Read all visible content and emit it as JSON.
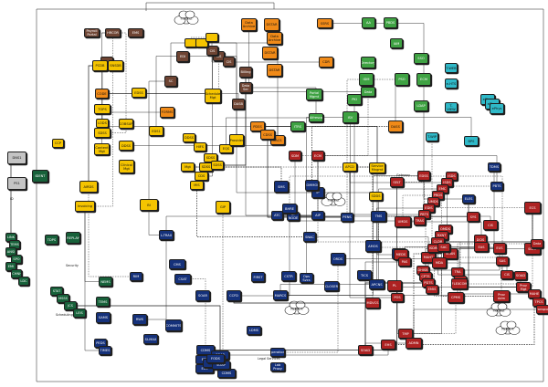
{
  "palette": {
    "gray": "#c4c4c4",
    "brown": "#6e4433",
    "yellow": "#f5c400",
    "orange": "#f08a18",
    "green": "#3fa243",
    "darkgreen": "#17613a",
    "teal": "#2fb9c8",
    "navy": "#15317a",
    "red": "#ad2222",
    "wire": "#1f1f1f"
  },
  "groups": {
    "gray_nodes": [
      {
        "label": "DNS1",
        "c": "gray"
      },
      {
        "label": "PS1",
        "c": "gray"
      }
    ],
    "brown_nodes": [
      {
        "label": "Payroll Portal",
        "c": "brown"
      },
      {
        "label": "HRCOR",
        "c": "brown"
      },
      {
        "label": "EMS",
        "c": "brown"
      },
      {
        "label": "BIO",
        "c": "brown"
      },
      {
        "label": "EDI",
        "c": "brown"
      },
      {
        "label": "SC",
        "c": "brown"
      },
      {
        "label": "Billing",
        "c": "brown"
      },
      {
        "label": "Data Ser",
        "c": "brown"
      },
      {
        "label": "DASB",
        "c": "brown"
      },
      {
        "label": "CIS",
        "c": "brown"
      },
      {
        "label": "CIS",
        "c": "brown"
      },
      {
        "label": "CIS",
        "c": "brown"
      }
    ],
    "yellow_nodes": [
      {
        "label": "",
        "c": "yellow"
      },
      {
        "label": "",
        "c": "yellow"
      },
      {
        "label": "",
        "c": "yellow"
      },
      {
        "label": "PCDB",
        "c": "yellow"
      },
      {
        "label": "SNSDB",
        "c": "yellow"
      },
      {
        "label": "EDSS",
        "c": "yellow"
      },
      {
        "label": "TOPS",
        "c": "yellow"
      },
      {
        "label": "LODS",
        "c": "yellow"
      },
      {
        "label": "COBSUP",
        "c": "yellow"
      },
      {
        "label": "SDSS",
        "c": "yellow"
      },
      {
        "label": "EDS1",
        "c": "yellow"
      },
      {
        "label": "DDSS",
        "c": "yellow"
      },
      {
        "label": "Clinical Mgt",
        "c": "yellow"
      },
      {
        "label": "CCP",
        "c": "yellow"
      },
      {
        "label": "Content Mgt",
        "c": "yellow"
      },
      {
        "label": "SDSS",
        "c": "yellow"
      },
      {
        "label": "SDSS",
        "c": "yellow"
      },
      {
        "label": "CDS",
        "c": "yellow"
      },
      {
        "label": "MIS",
        "c": "yellow"
      },
      {
        "label": "EQS",
        "c": "yellow"
      },
      {
        "label": "SDSS",
        "c": "yellow"
      },
      {
        "label": "AIRDS",
        "c": "yellow"
      },
      {
        "label": "Invoicing",
        "c": "yellow"
      },
      {
        "label": "BI",
        "c": "yellow"
      },
      {
        "label": "GIP",
        "c": "yellow"
      },
      {
        "label": "Mgt",
        "c": "yellow"
      },
      {
        "label": "DDSS",
        "c": "yellow"
      },
      {
        "label": "HIFS",
        "c": "yellow"
      },
      {
        "label": "Schedule Mgt",
        "c": "yellow"
      },
      {
        "label": "Provider",
        "c": "yellow"
      },
      {
        "label": "APCD",
        "c": "yellow"
      },
      {
        "label": "Service Mngmt",
        "c": "yellow"
      },
      {
        "label": "SDDS",
        "c": "yellow"
      }
    ],
    "orange_nodes": [
      {
        "label": "Data Archive",
        "c": "orange"
      },
      {
        "label": "DSTAR",
        "c": "orange"
      },
      {
        "label": "Data Archive",
        "c": "orange"
      },
      {
        "label": "DSTAR",
        "c": "orange"
      },
      {
        "label": "DSTAR",
        "c": "orange"
      },
      {
        "label": "SSRS",
        "c": "orange"
      },
      {
        "label": "CDR",
        "c": "orange"
      },
      {
        "label": "CODE",
        "c": "orange"
      },
      {
        "label": "FORMS",
        "c": "orange"
      },
      {
        "label": "PDSS",
        "c": "orange"
      },
      {
        "label": "PACS",
        "c": "orange"
      },
      {
        "label": "CDSS",
        "c": "orange"
      },
      {
        "label": "DASS",
        "c": "orange"
      }
    ],
    "green_nodes": [
      {
        "label": "AA",
        "c": "green"
      },
      {
        "label": "PBDS",
        "c": "green"
      },
      {
        "label": "IAM",
        "c": "green"
      },
      {
        "label": "Directory",
        "c": "green"
      },
      {
        "label": "IDM",
        "c": "green"
      },
      {
        "label": "PSO",
        "c": "green"
      },
      {
        "label": "ECM",
        "c": "green"
      },
      {
        "label": "LDAP",
        "c": "green"
      },
      {
        "label": "PKI",
        "c": "green"
      },
      {
        "label": "ISV",
        "c": "green"
      },
      {
        "label": "Data",
        "c": "green"
      },
      {
        "label": "Portal Mgmt",
        "c": "green"
      },
      {
        "label": "Alfresco",
        "c": "green"
      },
      {
        "label": "ITRS",
        "c": "green"
      },
      {
        "label": "SSO",
        "c": "green"
      }
    ],
    "darkgreen_nodes": [
      {
        "label": "IDENT",
        "c": "darkgreen"
      },
      {
        "label": "LINK",
        "c": "darkgreen"
      },
      {
        "label": "TEMS",
        "c": "darkgreen"
      },
      {
        "label": "ANSI",
        "c": "darkgreen"
      },
      {
        "label": "SPO",
        "c": "darkgreen"
      },
      {
        "label": "EMI",
        "c": "darkgreen"
      },
      {
        "label": "ECHNHI",
        "c": "darkgreen"
      },
      {
        "label": "LDC",
        "c": "darkgreen"
      },
      {
        "label": "REPLAY",
        "c": "darkgreen"
      },
      {
        "label": "TDPS",
        "c": "darkgreen"
      },
      {
        "label": "STAT",
        "c": "darkgreen"
      },
      {
        "label": "MSSS",
        "c": "darkgreen"
      },
      {
        "label": "JCS",
        "c": "darkgreen"
      },
      {
        "label": "LEIS",
        "c": "darkgreen"
      },
      {
        "label": "NEMS",
        "c": "darkgreen"
      },
      {
        "label": "TEMS",
        "c": "darkgreen"
      }
    ],
    "teal_nodes": [
      {
        "label": "T-WEB",
        "c": "teal"
      },
      {
        "label": "e-HTS",
        "c": "teal"
      },
      {
        "label": "T-VIEW",
        "c": "teal"
      },
      {
        "label": "ePhys",
        "c": "teal"
      },
      {
        "label": "ePhys",
        "c": "teal"
      },
      {
        "label": "ePhys",
        "c": "teal"
      },
      {
        "label": "BPS",
        "c": "teal"
      },
      {
        "label": "T-WIP",
        "c": "teal"
      }
    ],
    "navy_nodes": [
      {
        "label": "TDMS",
        "c": "navy"
      },
      {
        "label": "PBTS",
        "c": "navy"
      },
      {
        "label": "ELES",
        "c": "navy"
      },
      {
        "label": "AMOS",
        "c": "navy"
      },
      {
        "label": "PENS",
        "c": "navy"
      },
      {
        "label": "L-TRAX",
        "c": "navy"
      },
      {
        "label": "CMS",
        "c": "navy"
      },
      {
        "label": "CSAT",
        "c": "navy"
      },
      {
        "label": "RIM",
        "c": "navy"
      },
      {
        "label": "FIRST",
        "c": "navy"
      },
      {
        "label": "CSTR",
        "c": "navy"
      },
      {
        "label": "MARCS",
        "c": "navy"
      },
      {
        "label": "SOAR",
        "c": "navy"
      },
      {
        "label": "CCFD",
        "c": "navy"
      },
      {
        "label": "RWS",
        "c": "navy"
      },
      {
        "label": "COMMITS",
        "c": "navy"
      },
      {
        "label": "LDMS",
        "c": "navy"
      },
      {
        "label": "SI-MAX",
        "c": "navy"
      },
      {
        "label": "SAMS",
        "c": "navy"
      },
      {
        "label": "PEDS",
        "c": "navy"
      },
      {
        "label": "TIMES",
        "c": "navy"
      },
      {
        "label": "CDMS",
        "c": "navy"
      },
      {
        "label": "ETS",
        "c": "navy"
      },
      {
        "label": "EXS",
        "c": "navy"
      },
      {
        "label": "VHR",
        "c": "navy"
      },
      {
        "label": "Operations",
        "c": "navy"
      },
      {
        "label": "Lab Proxy",
        "c": "navy"
      },
      {
        "label": "CDMS",
        "c": "navy"
      },
      {
        "label": "SOAP",
        "c": "navy"
      },
      {
        "label": "SOAP",
        "c": "navy"
      },
      {
        "label": "CLOSER",
        "c": "navy"
      },
      {
        "label": "TICS",
        "c": "navy"
      },
      {
        "label": "APCNS",
        "c": "navy"
      },
      {
        "label": "APCS",
        "c": "navy"
      },
      {
        "label": "SMS",
        "c": "navy"
      },
      {
        "label": "ATC",
        "c": "navy"
      },
      {
        "label": "B-NODE",
        "c": "navy"
      },
      {
        "label": "AIP",
        "c": "navy"
      },
      {
        "label": "IP",
        "c": "navy"
      },
      {
        "label": "SNAC",
        "c": "navy"
      },
      {
        "label": "ORDS",
        "c": "navy"
      },
      {
        "label": "TMS",
        "c": "navy"
      },
      {
        "label": "BHRE",
        "c": "navy"
      },
      {
        "label": "COMMON",
        "c": "navy"
      },
      {
        "label": "Ops Svcs",
        "c": "navy"
      },
      {
        "label": "FODS",
        "c": "navy"
      }
    ],
    "red_nodes": [
      {
        "label": "SDM",
        "c": "red"
      },
      {
        "label": "ECM",
        "c": "red"
      },
      {
        "label": "EDSS",
        "c": "red"
      },
      {
        "label": "SELT",
        "c": "red"
      },
      {
        "label": "ISDS",
        "c": "red"
      },
      {
        "label": "ISDS",
        "c": "red"
      },
      {
        "label": "EMC",
        "c": "red"
      },
      {
        "label": "PRDS",
        "c": "red"
      },
      {
        "label": "UMDS",
        "c": "red"
      },
      {
        "label": "EDIS",
        "c": "red"
      },
      {
        "label": "PBTS",
        "c": "red"
      },
      {
        "label": "TRAS",
        "c": "red"
      },
      {
        "label": "SYS",
        "c": "red"
      },
      {
        "label": "DCIS",
        "c": "red"
      },
      {
        "label": "EUS",
        "c": "red"
      },
      {
        "label": "ECS",
        "c": "red"
      },
      {
        "label": "UMDS",
        "c": "red"
      },
      {
        "label": "MEDS",
        "c": "red"
      },
      {
        "label": "MAHT",
        "c": "red"
      },
      {
        "label": "SCAN",
        "c": "red"
      },
      {
        "label": "TRA",
        "c": "red"
      },
      {
        "label": "TAS",
        "c": "red"
      },
      {
        "label": "MDVCS",
        "c": "red"
      },
      {
        "label": "POS",
        "c": "red"
      },
      {
        "label": "CPMS",
        "c": "red"
      },
      {
        "label": "Prov Adm",
        "c": "red"
      },
      {
        "label": "PL",
        "c": "red"
      },
      {
        "label": "TMP",
        "c": "red"
      },
      {
        "label": "SOAD",
        "c": "red"
      },
      {
        "label": "EHS",
        "c": "red"
      },
      {
        "label": "ADMN",
        "c": "red"
      },
      {
        "label": "PAS",
        "c": "red"
      },
      {
        "label": "FLEXCOM",
        "c": "red"
      },
      {
        "label": "EAS",
        "c": "red"
      },
      {
        "label": "SOAP",
        "c": "red"
      },
      {
        "label": "MDA",
        "c": "red"
      },
      {
        "label": "OMDS",
        "c": "red"
      },
      {
        "label": "RXNT",
        "c": "red"
      },
      {
        "label": "CLDR",
        "c": "red"
      },
      {
        "label": "ISDRN",
        "c": "red"
      },
      {
        "label": "DHISB",
        "c": "red"
      },
      {
        "label": "CPTS",
        "c": "red"
      },
      {
        "label": "PDTS",
        "c": "red"
      },
      {
        "label": "EMIS",
        "c": "red"
      },
      {
        "label": "SAC",
        "c": "red"
      },
      {
        "label": "SAS",
        "c": "red"
      },
      {
        "label": "CIS",
        "c": "red"
      },
      {
        "label": "SOAD",
        "c": "red"
      },
      {
        "label": "Prov Mgt",
        "c": "red"
      },
      {
        "label": "MAHE",
        "c": "red"
      },
      {
        "label": "Data",
        "c": "red"
      },
      {
        "label": "CIS",
        "c": "red"
      },
      {
        "label": "TPCS",
        "c": "red"
      },
      {
        "label": "Transport",
        "c": "red"
      }
    ]
  },
  "annotations": [
    {
      "label": "ID"
    },
    {
      "label": "Security"
    },
    {
      "label": "Scheduling"
    },
    {
      "label": "Legal Services"
    },
    {
      "label": "Gateway"
    }
  ],
  "clouds": [
    {
      "label": "Internet"
    },
    {
      "label": "Network"
    },
    {
      "label": "Internet"
    },
    {
      "label": "Internet"
    },
    {
      "label": "Network"
    }
  ]
}
